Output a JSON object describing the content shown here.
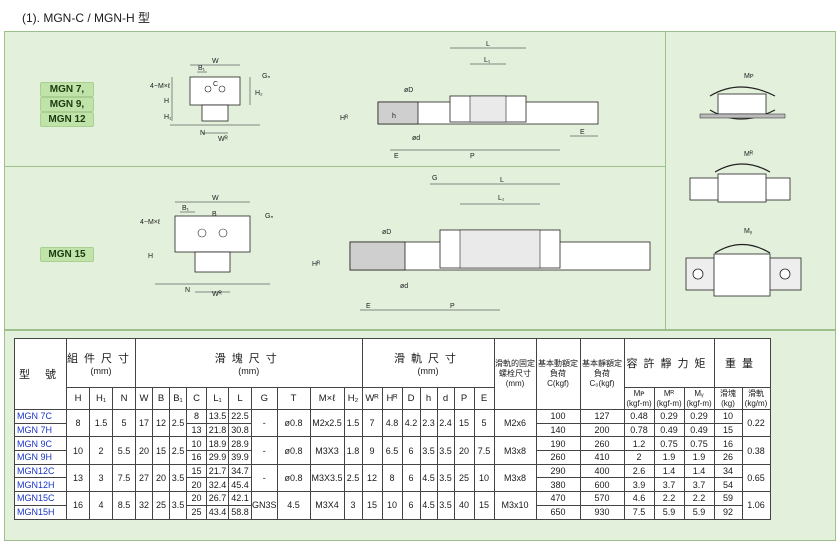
{
  "heading": "(1).   MGN-C / MGN-H 型",
  "badges": {
    "mgn7": "MGN 7,",
    "mgn9": "MGN 9,",
    "mgn12": "MGN 12",
    "mgn15": "MGN 15"
  },
  "drawings": {
    "front": {
      "w": "W",
      "b1": "B₁",
      "gn": "Gₙ",
      "hole": "4−M×ℓ",
      "h2": "H₂",
      "h": "H",
      "h1": "H₁",
      "n": "N",
      "wr": "Wᴿ",
      "c": "C",
      "b": "B",
      "ga": "Gₙ"
    },
    "side": {
      "l": "L",
      "l1": "L₁",
      "od": "øD",
      "hr": "Hᴿ",
      "h": "h",
      "d": "ød",
      "e": "E",
      "p": "P",
      "g": "G"
    },
    "moments": {
      "mp": "Mᴘ",
      "mr": "Mᴿ",
      "my": "Mᵧ"
    }
  },
  "table": {
    "group_headers": {
      "model": "型 號",
      "assembly": "組件尺寸",
      "assembly_unit": "(mm)",
      "block": "滑塊尺寸",
      "block_unit": "(mm)",
      "rail": "滑軌尺寸",
      "rail_unit": "(mm)",
      "rail_bolt": "滑軌的固定螺栓尺寸",
      "rail_bolt_unit": "(mm)",
      "dyn": "基本動額定負荷",
      "dyn_unit": "C(kgf)",
      "stat": "基本靜額定負荷",
      "stat_unit": "C₀(kgf)",
      "moment": "容許靜力矩",
      "weight": "重量"
    },
    "sub_headers": {
      "H": "H",
      "H1": "H₁",
      "N": "N",
      "W": "W",
      "B": "B",
      "B1": "B₁",
      "C": "C",
      "L1": "L₁",
      "L": "L",
      "G": "G",
      "T": "T",
      "Ml": "M×ℓ",
      "H2": "H₂",
      "WR": "Wᴿ",
      "HR": "Hᴿ",
      "D": "D",
      "h": "h",
      "d": "d",
      "P": "P",
      "E": "E",
      "MP": "Mᴘ",
      "MP_unit": "(kgf-m)",
      "MR": "Mᴿ",
      "MR_unit": "(kgf-m)",
      "MY": "Mᵧ",
      "MY_unit": "(kgf-m)",
      "block_w": "滑塊",
      "block_w_unit": "(kg)",
      "rail_w": "滑軌",
      "rail_w_unit": "(kg/m)"
    },
    "groups": [
      {
        "H": "8",
        "H1": "1.5",
        "N": "5",
        "W": "17",
        "B": "12",
        "B1": "2.5",
        "G": "-",
        "T": "ø0.8",
        "Ml": "M2x2.5",
        "H2": "1.5",
        "WR": "7",
        "HR": "4.8",
        "D": "4.2",
        "h": "2.3",
        "d": "2.4",
        "P": "15",
        "E": "5",
        "bolt": "M2x6",
        "rail_w": "0.22",
        "rows": [
          {
            "model": "MGN 7C",
            "C": "8",
            "L1": "13.5",
            "L": "22.5",
            "dyn": "100",
            "stat": "127",
            "MP": "0.48",
            "MR": "0.29",
            "MY": "0.29",
            "bw": "10"
          },
          {
            "model": "MGN 7H",
            "C": "13",
            "L1": "21.8",
            "L": "30.8",
            "dyn": "140",
            "stat": "200",
            "MP": "0.78",
            "MR": "0.49",
            "MY": "0.49",
            "bw": "15"
          }
        ]
      },
      {
        "H": "10",
        "H1": "2",
        "N": "5.5",
        "W": "20",
        "B": "15",
        "B1": "2.5",
        "G": "-",
        "T": "ø0.8",
        "Ml": "M3X3",
        "H2": "1.8",
        "WR": "9",
        "HR": "6.5",
        "D": "6",
        "h": "3.5",
        "d": "3.5",
        "P": "20",
        "E": "7.5",
        "bolt": "M3x8",
        "rail_w": "0.38",
        "rows": [
          {
            "model": "MGN 9C",
            "C": "10",
            "L1": "18.9",
            "L": "28.9",
            "dyn": "190",
            "stat": "260",
            "MP": "1.2",
            "MR": "0.75",
            "MY": "0.75",
            "bw": "16"
          },
          {
            "model": "MGN 9H",
            "C": "16",
            "L1": "29.9",
            "L": "39.9",
            "dyn": "260",
            "stat": "410",
            "MP": "2",
            "MR": "1.9",
            "MY": "1.9",
            "bw": "26"
          }
        ]
      },
      {
        "H": "13",
        "H1": "3",
        "N": "7.5",
        "W": "27",
        "B": "20",
        "B1": "3.5",
        "G": "-",
        "T": "ø0.8",
        "Ml": "M3X3.5",
        "H2": "2.5",
        "WR": "12",
        "HR": "8",
        "D": "6",
        "h": "4.5",
        "d": "3.5",
        "P": "25",
        "E": "10",
        "bolt": "M3x8",
        "rail_w": "0.65",
        "rows": [
          {
            "model": "MGN12C",
            "C": "15",
            "L1": "21.7",
            "L": "34.7",
            "dyn": "290",
            "stat": "400",
            "MP": "2.6",
            "MR": "1.4",
            "MY": "1.4",
            "bw": "34"
          },
          {
            "model": "MGN12H",
            "C": "20",
            "L1": "32.4",
            "L": "45.4",
            "dyn": "380",
            "stat": "600",
            "MP": "3.9",
            "MR": "3.7",
            "MY": "3.7",
            "bw": "54"
          }
        ]
      },
      {
        "H": "16",
        "H1": "4",
        "N": "8.5",
        "W": "32",
        "B": "25",
        "B1": "3.5",
        "G": "GN3S",
        "T": "4.5",
        "Ml": "M3X4",
        "H2": "3",
        "WR": "15",
        "HR": "10",
        "D": "6",
        "h": "4.5",
        "d": "3.5",
        "P": "40",
        "E": "15",
        "bolt": "M3x10",
        "rail_w": "1.06",
        "rows": [
          {
            "model": "MGN15C",
            "C": "20",
            "L1": "26.7",
            "L": "42.1",
            "dyn": "470",
            "stat": "570",
            "MP": "4.6",
            "MR": "2.2",
            "MY": "2.2",
            "bw": "59"
          },
          {
            "model": "MGN15H",
            "C": "25",
            "L1": "43.4",
            "L": "58.8",
            "dyn": "650",
            "stat": "930",
            "MP": "7.5",
            "MR": "5.9",
            "MY": "5.9",
            "bw": "92"
          }
        ]
      }
    ]
  }
}
